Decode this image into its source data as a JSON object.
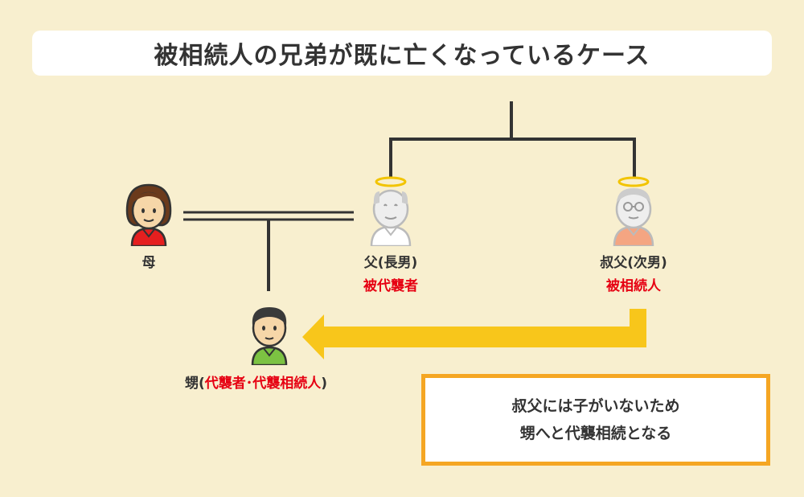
{
  "title": "被相続人の兄弟が既に亡くなっているケース",
  "mother": {
    "label": "母"
  },
  "father": {
    "label": "父(長男)",
    "role": "被代襲者"
  },
  "uncle": {
    "label": "叔父(次男)",
    "role": "被相続人"
  },
  "nephew": {
    "label": "甥",
    "role_open": "(",
    "role": "代襲者･代襲相続人",
    "role_close": ")"
  },
  "note": {
    "line1": "叔父には子がいないため",
    "line2": "甥へと代襲相続となる"
  },
  "colors": {
    "background": "#f8efcf",
    "accent_red": "#e60012",
    "arrow_yellow": "#f8c61b",
    "note_border": "#f5a623"
  }
}
